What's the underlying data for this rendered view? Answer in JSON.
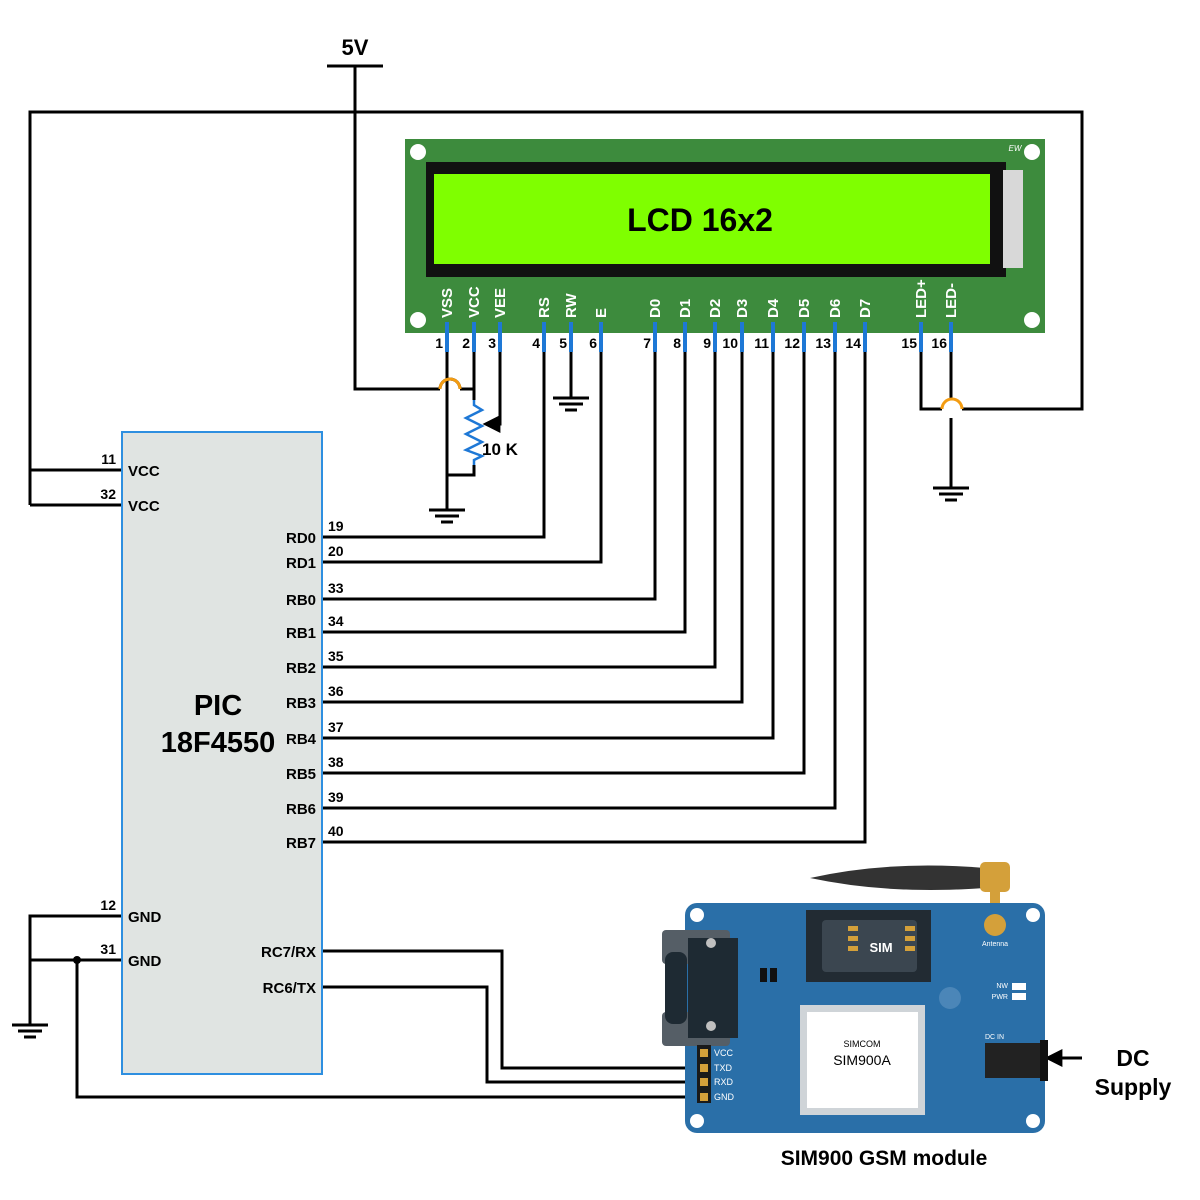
{
  "supply": {
    "label": "5V"
  },
  "lcd": {
    "title": "LCD 16x2",
    "brand": "EW",
    "pins": [
      {
        "name": "VSS",
        "num": "1"
      },
      {
        "name": "VCC",
        "num": "2"
      },
      {
        "name": "VEE",
        "num": "3"
      },
      {
        "name": "RS",
        "num": "4"
      },
      {
        "name": "RW",
        "num": "5"
      },
      {
        "name": "E",
        "num": "6"
      },
      {
        "name": "D0",
        "num": "7"
      },
      {
        "name": "D1",
        "num": "8"
      },
      {
        "name": "D2",
        "num": "9"
      },
      {
        "name": "D3",
        "num": "10"
      },
      {
        "name": "D4",
        "num": "11"
      },
      {
        "name": "D5",
        "num": "12"
      },
      {
        "name": "D6",
        "num": "13"
      },
      {
        "name": "D7",
        "num": "14"
      },
      {
        "name": "LED+",
        "num": "15"
      },
      {
        "name": "LED-",
        "num": "16"
      }
    ],
    "colors": {
      "board": "#3d8b3d",
      "screen": "#7fff00",
      "pin": "#1e78d6"
    }
  },
  "potentiometer": {
    "label": "10 K"
  },
  "pic": {
    "title_line1": "PIC",
    "title_line2": "18F4550",
    "left_pins": [
      {
        "name": "VCC",
        "num": "11"
      },
      {
        "name": "VCC",
        "num": "32"
      },
      {
        "name": "GND",
        "num": "12"
      },
      {
        "name": "GND",
        "num": "31"
      }
    ],
    "right_pins": [
      {
        "name": "RD0",
        "num": "19"
      },
      {
        "name": "RD1",
        "num": "20"
      },
      {
        "name": "RB0",
        "num": "33"
      },
      {
        "name": "RB1",
        "num": "34"
      },
      {
        "name": "RB2",
        "num": "35"
      },
      {
        "name": "RB3",
        "num": "36"
      },
      {
        "name": "RB4",
        "num": "37"
      },
      {
        "name": "RB5",
        "num": "38"
      },
      {
        "name": "RB6",
        "num": "39"
      },
      {
        "name": "RB7",
        "num": "40"
      },
      {
        "name": "RC7/RX",
        "num": ""
      },
      {
        "name": "RC6/TX",
        "num": ""
      }
    ],
    "colors": {
      "body": "#e0e4e2",
      "border": "#2e8fe0"
    }
  },
  "gsm": {
    "caption": "SIM900 GSM module",
    "chip_brand": "SIMCOM",
    "chip_model": "SIM900A",
    "sim_label": "SIM",
    "antenna_label": "Antenna",
    "nw_label": "NW",
    "pwr_label": "PWR",
    "dcin_label": "DC IN",
    "header_pins": [
      "VCC",
      "TXD",
      "RXD",
      "GND"
    ],
    "colors": {
      "board": "#2a6fa8",
      "antenna": "#d4a03a"
    }
  },
  "dc_supply": {
    "line1": "DC",
    "line2": "Supply"
  }
}
